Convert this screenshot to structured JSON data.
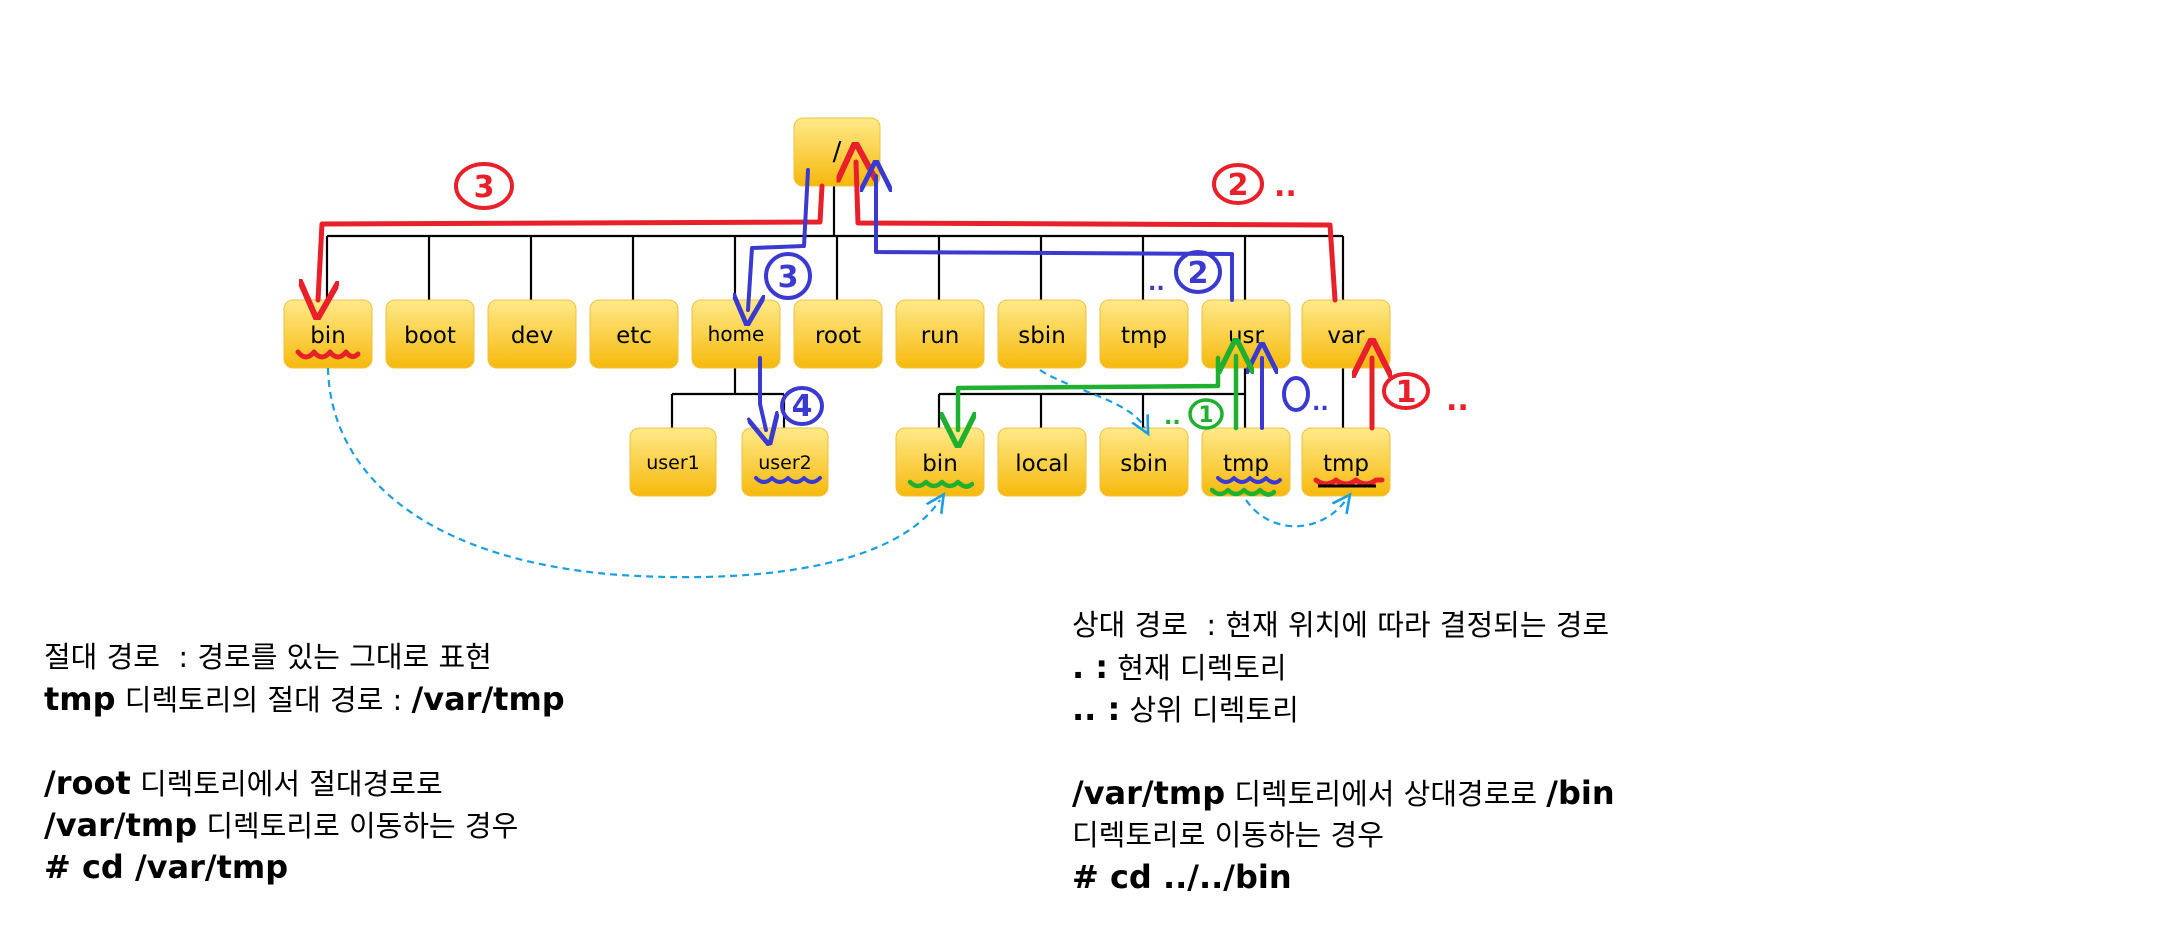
{
  "tree": {
    "root": "/",
    "level1": [
      "bin",
      "boot",
      "dev",
      "etc",
      "home",
      "root",
      "run",
      "sbin",
      "tmp",
      "usr",
      "var"
    ],
    "home_children": [
      "user1",
      "user2"
    ],
    "usr_children": [
      "bin",
      "local",
      "sbin",
      "tmp"
    ],
    "var_children": [
      "tmp"
    ]
  },
  "annotations": {
    "red_3": "3",
    "red_2": "2",
    "red_1": "1",
    "red_dots_2": "..",
    "red_dots_1": "..",
    "blue_3": "3",
    "blue_2": "2",
    "blue_4": "4",
    "blue_0": "0",
    "blue_dots_2": "..",
    "blue_dots_0": "..",
    "green_1": "1",
    "green_dots_1": ".."
  },
  "colors": {
    "red": "#e8202a",
    "blue": "#3a3ad0",
    "green": "#20b030",
    "cyan": "#1a9fe0",
    "node_top": "#ffe680",
    "node_bottom": "#f7bd10"
  },
  "left_text": {
    "l1": "절대 경로  : 경로를 있는 그대로 표현",
    "l2a": "tmp",
    "l2b": " 디렉토리의 절대 경로 : ",
    "l2c": "/var/tmp",
    "l3a": "/root",
    "l3b": " 디렉토리에서 절대경로로",
    "l4a": "/var/tmp",
    "l4b": " 디렉토리로 이동하는 경우",
    "l5": "# cd /var/tmp"
  },
  "right_text": {
    "l1": "상대 경로  : 현재 위치에 따라 결정되는 경로",
    "l2a": ". :",
    "l2b": " 현재 디렉토리",
    "l3a": ".. :",
    "l3b": " 상위 디렉토리",
    "l4a": "/var/tmp",
    "l4b": " 디렉토리에서 상대경로로 ",
    "l4c": "/bin",
    "l5": "디렉토리로 이동하는 경우",
    "l6": "# cd ../../bin"
  }
}
